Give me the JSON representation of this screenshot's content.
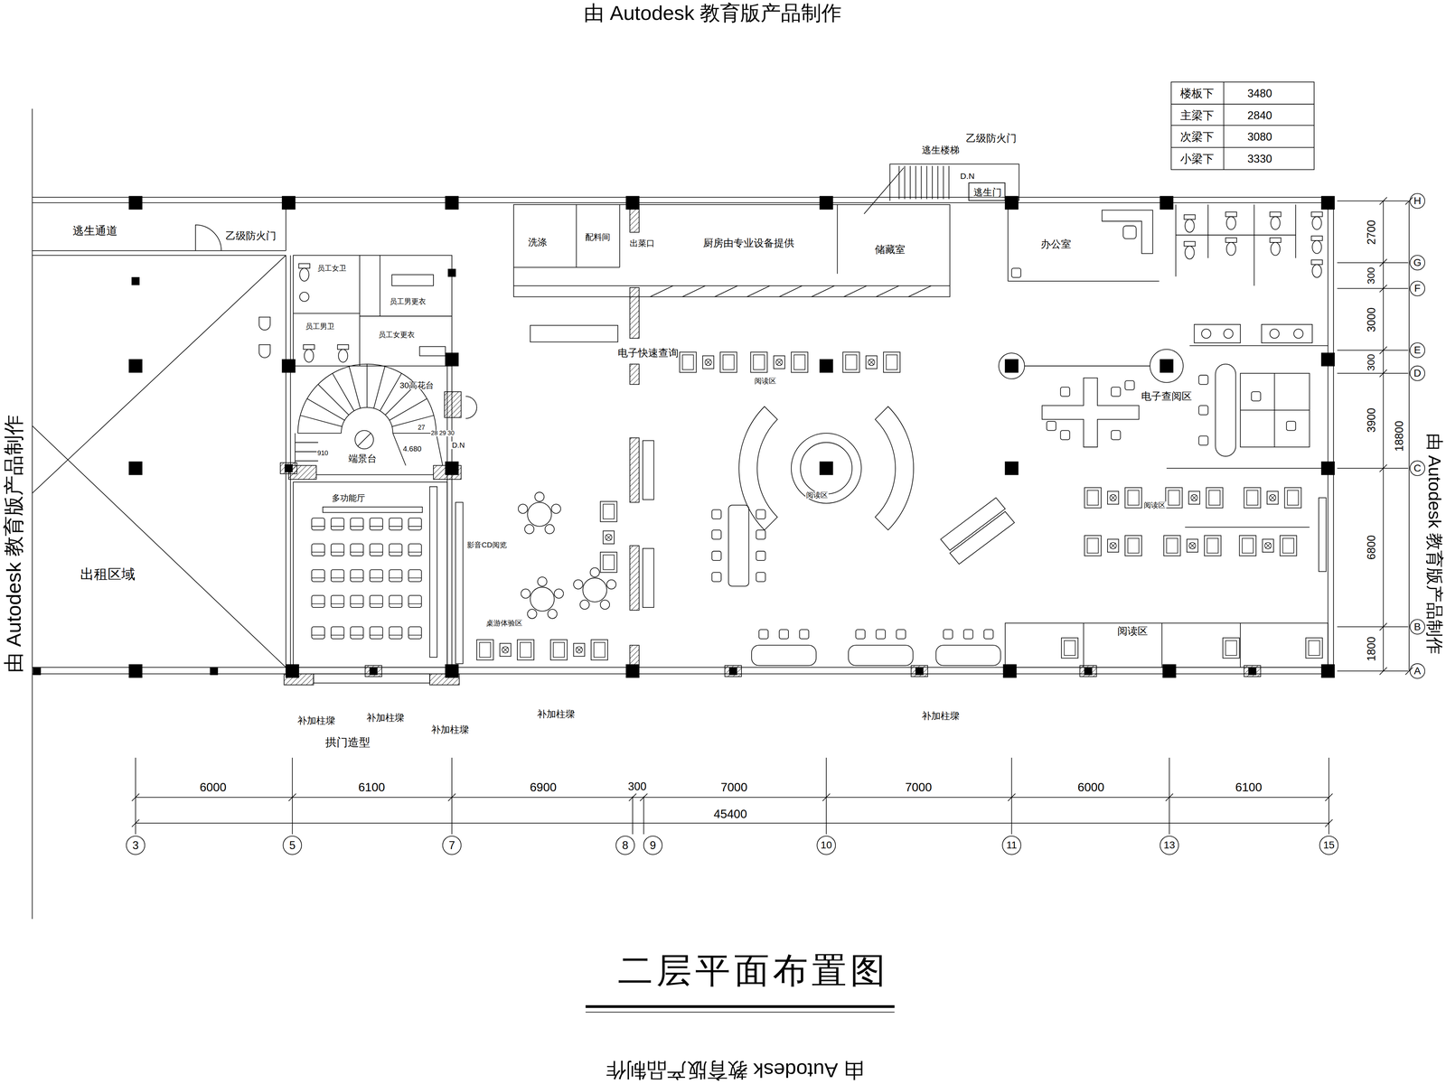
{
  "diagram": {
    "title": "二层平面布置图",
    "nodes": [
      {
        "text": [
          "逃生通道"
        ]
      },
      {
        "text": [
          "员工女卫"
        ]
      },
      {
        "text": [
          "员工男更衣"
        ]
      },
      {
        "text": [
          "员工男卫"
        ]
      },
      {
        "text": [
          "员工女更衣"
        ]
      },
      {
        "text": [
          "洗涤"
        ]
      },
      {
        "text": [
          "配料间"
        ]
      },
      {
        "text": [
          "出菜口"
        ]
      },
      {
        "text": [
          "厨房由专业设备提供"
        ]
      },
      {
        "text": [
          "储藏室"
        ]
      },
      {
        "text": [
          "逃生门"
        ]
      },
      {
        "text": [
          "办公室"
        ]
      },
      {
        "text": [
          "出租区域"
        ]
      },
      {
        "text": [
          "多功能厅"
        ]
      }
    ],
    "labels": [
      "由 Autodesk 教育版产品制作",
      "由 Autodesk 教育版产品制作",
      "由 Autodesk 教育版产品制作",
      "由 Autodesk 教育版产品制作",
      "楼板下",
      "3480",
      "主梁下",
      "2840",
      "次梁下",
      "3080",
      "小梁下",
      "3330",
      "乙级防火门",
      "乙级防火门",
      "逃生楼梯",
      "D.N",
      "电子快速查询",
      "阅读区",
      "电子查阅区",
      "30高花台",
      "27",
      "28",
      "29",
      "30",
      "910",
      "4.680",
      "端景台",
      "D.N",
      "阅读区",
      "阅读区",
      "影音CD阅览",
      "桌游体验区",
      "阅读区",
      "补加柱墚",
      "补加柱墚",
      "补加柱墚",
      "补加柱墚",
      "补加柱墚",
      "拱门造型",
      "6000",
      "6100",
      "6900",
      "300",
      "7000",
      "7000",
      "6000",
      "6100",
      "45400",
      "3",
      "5",
      "7",
      "8",
      "9",
      "10",
      "11",
      "13",
      "15",
      "2700",
      "300",
      "3000",
      "300",
      "3900",
      "6800",
      "1800",
      "18800",
      "H",
      "G",
      "F",
      "E",
      "D",
      "C",
      "B",
      "A"
    ]
  }
}
